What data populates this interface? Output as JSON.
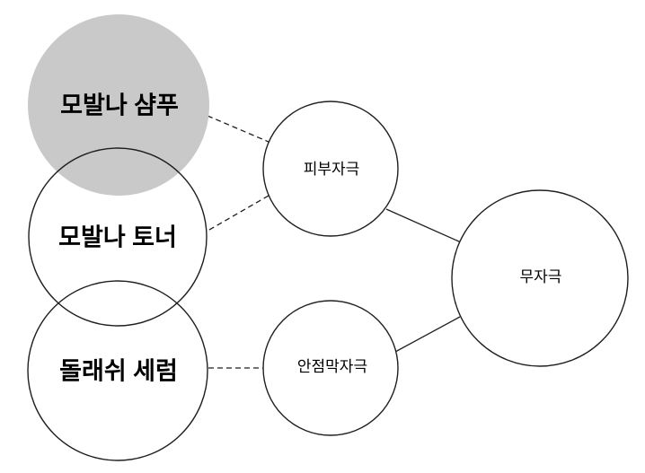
{
  "diagram": {
    "nodes": {
      "shampoo": {
        "label": "모발나 샴푸",
        "shape": "circle",
        "fill": "#c9c9c9"
      },
      "toner": {
        "label": "모발나 토너",
        "shape": "circle",
        "fill": "none"
      },
      "serum": {
        "label": "돌래쉬 세럼",
        "shape": "circle",
        "fill": "none"
      },
      "skin_irritation": {
        "label": "피부자극",
        "shape": "circle",
        "fill": "#ffffff"
      },
      "eye_mucosa_irritation": {
        "label": "안점막자극",
        "shape": "circle",
        "fill": "#ffffff"
      },
      "no_irritation": {
        "label": "무자극",
        "shape": "circle",
        "fill": "#ffffff"
      }
    },
    "edges": [
      {
        "from": "모발나 샴푸",
        "to": "피부자극",
        "style": "dashed"
      },
      {
        "from": "모발나 토너",
        "to": "피부자극",
        "style": "dashed"
      },
      {
        "from": "돌래쉬 세럼",
        "to": "안점막자극",
        "style": "dashed"
      },
      {
        "from": "피부자극",
        "to": "무자극",
        "style": "solid"
      },
      {
        "from": "안점막자극",
        "to": "무자극",
        "style": "solid"
      }
    ],
    "colors": {
      "shampoo_fill": "#c9c9c9",
      "stroke": "#1f1f1f",
      "background": "#ffffff"
    }
  }
}
